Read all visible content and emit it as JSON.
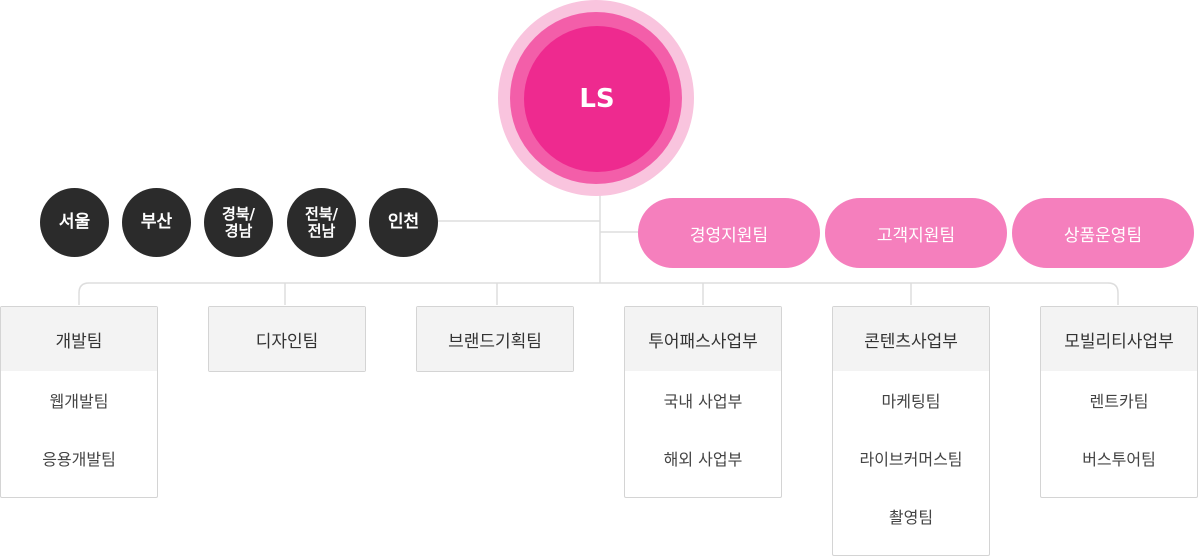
{
  "root": {
    "label": "LS"
  },
  "regions": [
    {
      "lines": [
        "서울"
      ]
    },
    {
      "lines": [
        "부산"
      ]
    },
    {
      "lines": [
        "경북/",
        "경남"
      ]
    },
    {
      "lines": [
        "전북/",
        "전남"
      ]
    },
    {
      "lines": [
        "인천"
      ]
    }
  ],
  "support_teams": [
    "경영지원팀",
    "고객지원팀",
    "상품운영팀"
  ],
  "departments": [
    {
      "name": "개발팀",
      "teams": [
        "웹개발팀",
        "응용개발팀"
      ]
    },
    {
      "name": "디자인팀",
      "teams": []
    },
    {
      "name": "브랜드기획팀",
      "teams": []
    },
    {
      "name": "투어패스사업부",
      "teams": [
        "국내 사업부",
        "해외 사업부"
      ]
    },
    {
      "name": "콘텐츠사업부",
      "teams": [
        "마케팅팀",
        "라이브커머스팀",
        "촬영팀"
      ]
    },
    {
      "name": "모빌리티사업부",
      "teams": [
        "렌트카팀",
        "버스투어팀"
      ]
    }
  ],
  "colors": {
    "root_outer": "#f9c4de",
    "root_mid": "#f35ea9",
    "root_core": "#ee2a8f",
    "region_bg": "#2b2b2b",
    "support_bg": "#f57fbd",
    "line": "#dddddd"
  }
}
